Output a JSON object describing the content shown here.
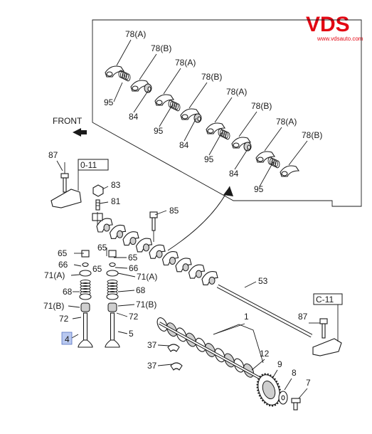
{
  "logo": {
    "brand": "VDS",
    "url_text": "www.vdsauto.com",
    "color": "#e30613"
  },
  "front_label": "FRONT",
  "ref_boxes": {
    "left": "0-11",
    "right": "C-11"
  },
  "highlight_color": "#b8c8f0",
  "callouts": [
    {
      "id": "c78a1",
      "text": "78(A)"
    },
    {
      "id": "c78b1",
      "text": "78(B)"
    },
    {
      "id": "c78a2",
      "text": "78(A)"
    },
    {
      "id": "c78b2",
      "text": "78(B)"
    },
    {
      "id": "c78a3",
      "text": "78(A)"
    },
    {
      "id": "c78b3",
      "text": "78(B)"
    },
    {
      "id": "c78a4",
      "text": "78(A)"
    },
    {
      "id": "c78b4",
      "text": "78(B)"
    },
    {
      "id": "c95a",
      "text": "95"
    },
    {
      "id": "c84a",
      "text": "84"
    },
    {
      "id": "c95b",
      "text": "95"
    },
    {
      "id": "c84b",
      "text": "84"
    },
    {
      "id": "c95c",
      "text": "95"
    },
    {
      "id": "c84c",
      "text": "84"
    },
    {
      "id": "c95d",
      "text": "95"
    },
    {
      "id": "c87a",
      "text": "87"
    },
    {
      "id": "c83",
      "text": "83"
    },
    {
      "id": "c81",
      "text": "81"
    },
    {
      "id": "c85",
      "text": "85"
    },
    {
      "id": "c65a",
      "text": "65"
    },
    {
      "id": "c65b",
      "text": "65"
    },
    {
      "id": "c65c",
      "text": "65"
    },
    {
      "id": "c65d",
      "text": "65"
    },
    {
      "id": "c66a",
      "text": "66"
    },
    {
      "id": "c66b",
      "text": "66"
    },
    {
      "id": "c71a1",
      "text": "71(A)"
    },
    {
      "id": "c71a2",
      "text": "71(A)"
    },
    {
      "id": "c68a",
      "text": "68"
    },
    {
      "id": "c68b",
      "text": "68"
    },
    {
      "id": "c71b1",
      "text": "71(B)"
    },
    {
      "id": "c71b2",
      "text": "71(B)"
    },
    {
      "id": "c72a",
      "text": "72"
    },
    {
      "id": "c72b",
      "text": "72"
    },
    {
      "id": "c4",
      "text": "4"
    },
    {
      "id": "c5",
      "text": "5"
    },
    {
      "id": "c53",
      "text": "53"
    },
    {
      "id": "c1",
      "text": "1"
    },
    {
      "id": "c87b",
      "text": "87"
    },
    {
      "id": "c12",
      "text": "12"
    },
    {
      "id": "c37a",
      "text": "37"
    },
    {
      "id": "c37b",
      "text": "37"
    },
    {
      "id": "c9",
      "text": "9"
    },
    {
      "id": "c8",
      "text": "8"
    },
    {
      "id": "c7",
      "text": "7"
    }
  ]
}
